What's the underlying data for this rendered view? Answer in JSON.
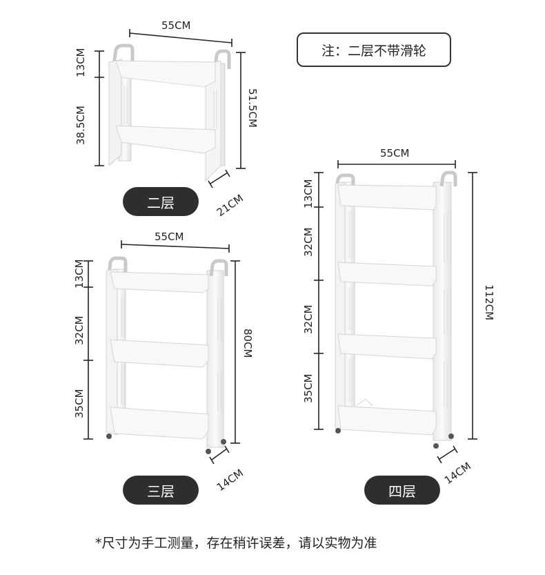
{
  "note": "注：二层不带滑轮",
  "footnote": "*尺寸为手工测量，存在稍许误差，请以实物为准",
  "colors": {
    "pill_bg": "#2e2e2e",
    "line": "#222222",
    "shelf": "#f6f6f6",
    "shelf_edge": "#d7d7d7"
  },
  "rack2": {
    "label": "二层",
    "width": "55CM",
    "top_gap": "13CM",
    "shelf_gap": "38.5CM",
    "height": "51.5CM",
    "depth": "21CM"
  },
  "rack3": {
    "label": "三层",
    "width": "55CM",
    "top_gap": "13CM",
    "gap1": "32CM",
    "gap2": "35CM",
    "height": "80CM",
    "depth": "14CM"
  },
  "rack4": {
    "label": "四层",
    "width": "55CM",
    "top_gap": "13CM",
    "gap1": "32CM",
    "gap2": "32CM",
    "gap3": "35CM",
    "height": "112CM",
    "depth": "14CM"
  }
}
